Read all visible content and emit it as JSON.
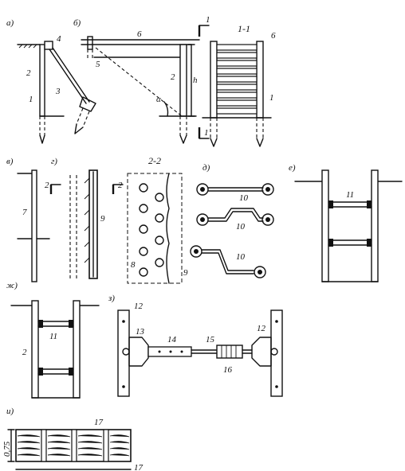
{
  "panels": {
    "a": "а)",
    "b": "б)",
    "v": "в)",
    "g": "г)",
    "d": "д)",
    "e": "е)",
    "zh": "ж)",
    "z": "з)",
    "i": "и)"
  },
  "sections": {
    "s11": "1-1",
    "s22": "2-2",
    "mark1": "1",
    "mark2": "2"
  },
  "labels": {
    "n1": "1",
    "n2": "2",
    "n3": "3",
    "n4": "4",
    "n5": "5",
    "n6": "6",
    "n7": "7",
    "n8": "8",
    "n9": "9",
    "n10": "10",
    "n11": "11",
    "n12": "12",
    "n13": "13",
    "n14": "14",
    "n15": "15",
    "n16": "16",
    "n17": "17",
    "h": "h",
    "alpha": "α",
    "dim075": "0,75"
  }
}
